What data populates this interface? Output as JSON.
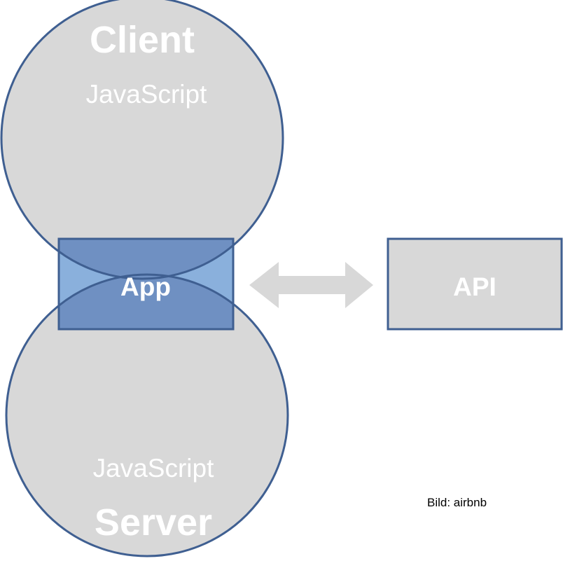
{
  "diagram": {
    "client": {
      "title": "Client",
      "subtitle": "JavaScript"
    },
    "server": {
      "title": "Server",
      "subtitle": "JavaScript"
    },
    "app": {
      "label": "App"
    },
    "api": {
      "label": "API"
    },
    "connector": {
      "direction": "bidirectional"
    },
    "credit": "Bild: airbnb"
  },
  "colors": {
    "circle_fill": "#d8d8d8",
    "outline": "#3f5f91",
    "app_fill": "#7e9ecb",
    "app_overlap_fill": "#5e7fb3",
    "arrow": "#d8d8d8",
    "text": "#ffffff"
  }
}
